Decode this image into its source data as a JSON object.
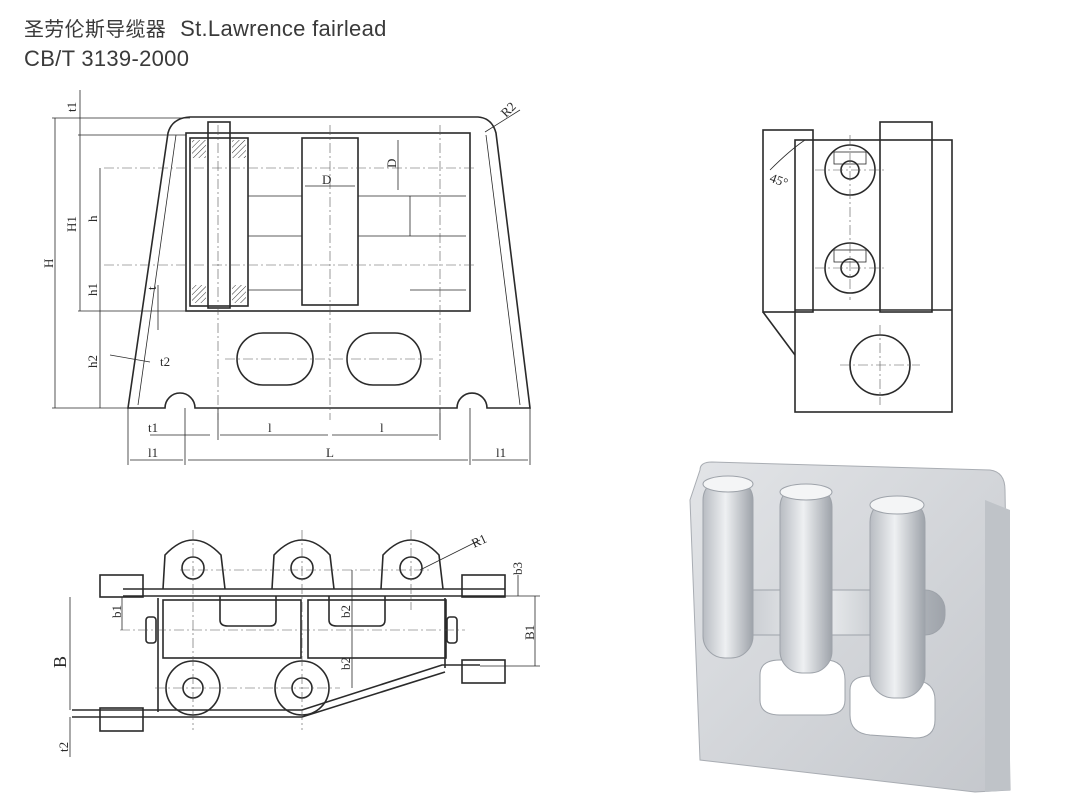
{
  "title": {
    "chinese": "圣劳伦斯导缆器",
    "english": "St.Lawrence fairlead",
    "standard": "CB/T 3139-2000"
  },
  "front_view": {
    "labels": {
      "t1_top": "t1",
      "R2": "R2",
      "H1": "H1",
      "h": "h",
      "H": "H",
      "h1": "h1",
      "t": "t",
      "h2": "h2",
      "t2": "t2",
      "D_horizontal": "D",
      "D_vertical": "D",
      "t1_bottom": "t1",
      "l_left": "l",
      "l_right": "l",
      "l1_left": "l1",
      "L": "L",
      "l1_right": "l1"
    }
  },
  "side_view": {
    "labels": {
      "angle": "45°"
    }
  },
  "plan_view": {
    "labels": {
      "R1": "R1",
      "b3": "b3",
      "b1": "b1",
      "b2_upper": "b2",
      "B": "B",
      "B1": "B1",
      "b2_lower": "b2",
      "t2": "t2"
    }
  },
  "colors": {
    "line": "#2a2a2a",
    "photo_body": "#d4d6da"
  }
}
